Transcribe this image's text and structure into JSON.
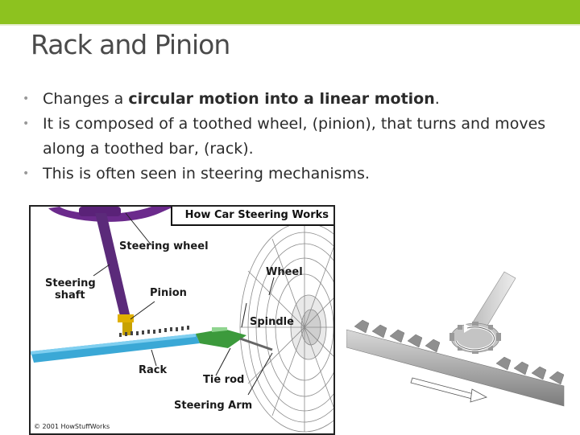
{
  "slide": {
    "title": "Rack and Pinion",
    "bullets": [
      {
        "prefix": "Changes a ",
        "bold": "circular motion into a linear motion",
        "suffix": "."
      },
      {
        "text": "It is composed of a toothed wheel, (pinion), that turns and moves along a toothed bar, (rack)."
      },
      {
        "text": "This is often seen in steering mechanisms."
      }
    ],
    "bullet_glyph": "•"
  },
  "diagram": {
    "header": "How Car Steering Works",
    "labels": {
      "steering_wheel": "Steering wheel",
      "steering_shaft_line1": "Steering",
      "steering_shaft_line2": "shaft",
      "pinion": "Pinion",
      "wheel": "Wheel",
      "spindle": "Spindle",
      "rack": "Rack",
      "tie_rod": "Tie rod",
      "steering_arm": "Steering Arm"
    },
    "copyright": "© 2001 HowStuffWorks"
  },
  "colors": {
    "accent_green": "#8dc21f",
    "title_gray": "#4a4a4a",
    "bullet_gray": "#999999",
    "steering_purple": "#6b2a8c",
    "rack_blue": "#3aa8d6",
    "tie_rod_green": "#3c9a3c",
    "steel_gray": "#a7a7a7"
  },
  "icons": [
    "rotation-arrow-icon",
    "linear-arrow-icon"
  ]
}
